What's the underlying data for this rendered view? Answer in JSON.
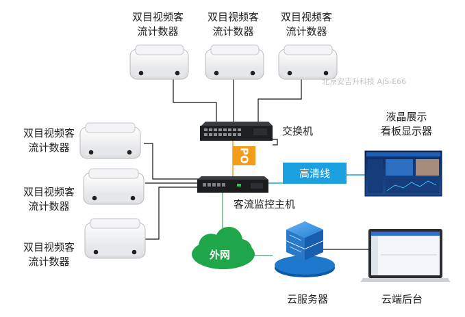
{
  "watermark": "北京安吉升科技 AJS-E66",
  "counters": [
    {
      "line1": "双目视频客",
      "line2": "流计数器"
    },
    {
      "line1": "双目视频客",
      "line2": "流计数器"
    },
    {
      "line1": "双目视频客",
      "line2": "流计数器"
    },
    {
      "line1": "双目视频客",
      "line2": "流计数器"
    },
    {
      "line1": "双目视频客",
      "line2": "流计数器"
    },
    {
      "line1": "双目视频客",
      "line2": "流计数器"
    }
  ],
  "switch_label": "交换机",
  "poe_label": "PO",
  "host_label": "客流监控主机",
  "hd_cable_label": "高清线",
  "display_label": {
    "line1": "液晶展示",
    "line2": "看板显示器"
  },
  "external_network_label": "外网",
  "cloud_server_label": "云服务器",
  "cloud_backend_label": "云端后台",
  "colors": {
    "cloud_green": "#1fa64a",
    "hd_blue": "#1ba1e0",
    "poe_orange": "#f39c19",
    "server_blue": "#2b7fd4",
    "line_green": "#3aa65d"
  }
}
